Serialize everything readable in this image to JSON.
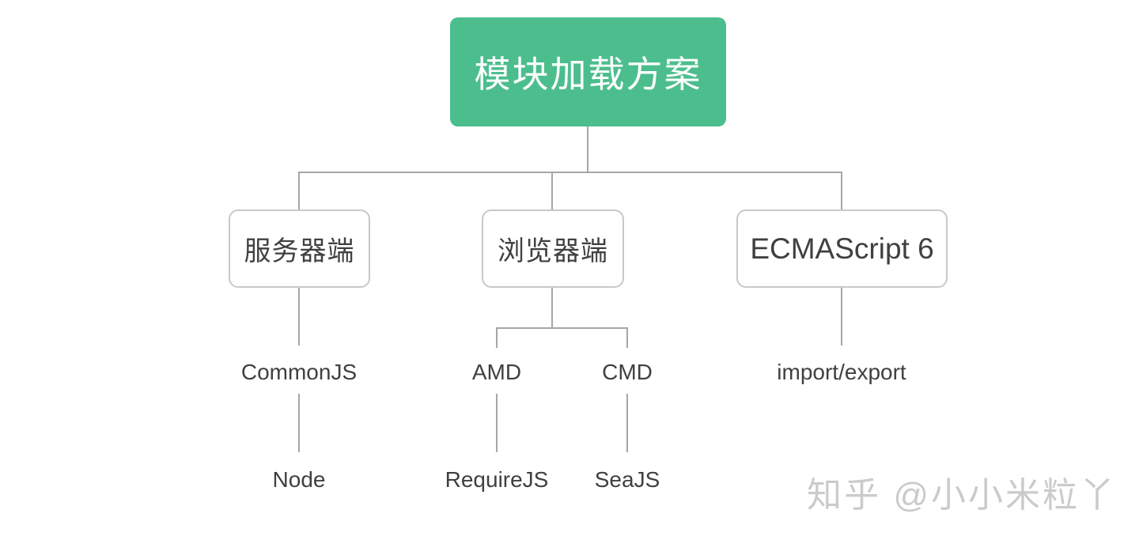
{
  "diagram": {
    "type": "tree",
    "root": {
      "label": "模块加载方案"
    },
    "level2": [
      {
        "id": "server",
        "label": "服务器端"
      },
      {
        "id": "browser",
        "label": "浏览器端"
      },
      {
        "id": "es6",
        "label": "ECMAScript 6"
      }
    ],
    "level3": [
      {
        "id": "commonjs",
        "label": "CommonJS",
        "parent": "server"
      },
      {
        "id": "amd",
        "label": "AMD",
        "parent": "browser"
      },
      {
        "id": "cmd",
        "label": "CMD",
        "parent": "browser"
      },
      {
        "id": "import-export",
        "label": "import/export",
        "parent": "es6"
      }
    ],
    "level4": [
      {
        "id": "node",
        "label": "Node",
        "parent": "commonjs"
      },
      {
        "id": "requirejs",
        "label": "RequireJS",
        "parent": "amd"
      },
      {
        "id": "seajs",
        "label": "SeaJS",
        "parent": "cmd"
      }
    ]
  },
  "watermark": {
    "text": "知乎 @小小米粒丫"
  },
  "colors": {
    "root_bg": "#4cbe8d",
    "root_text": "#ffffff",
    "box_border": "#c8c8c8",
    "box_text": "#404040",
    "line": "#a6a6a6",
    "label_text": "#404040",
    "watermark": "#c9c9c9",
    "canvas_bg": "#ffffff"
  }
}
